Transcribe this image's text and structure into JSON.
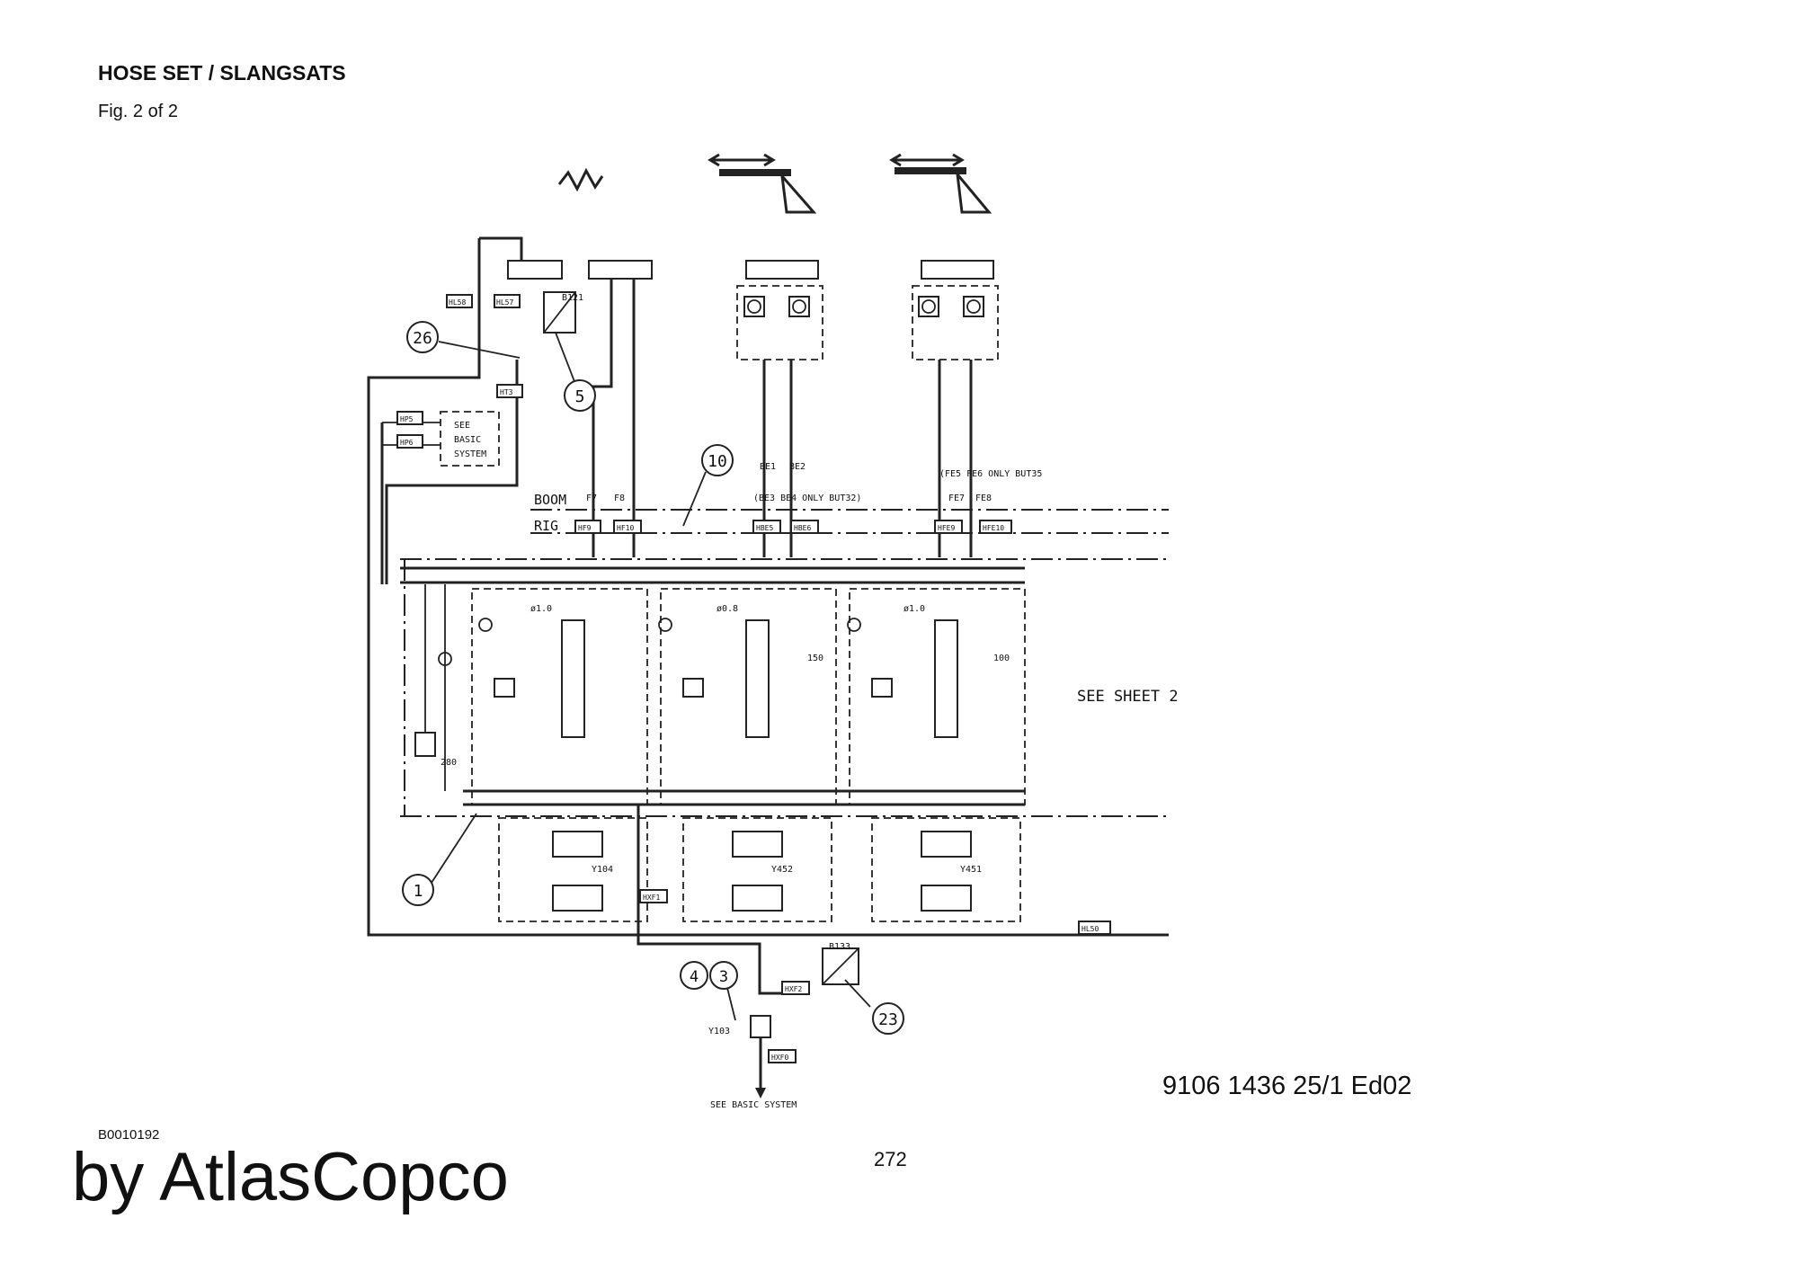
{
  "header": {
    "title": "HOSE SET / SLANGSATS",
    "subtitle": "Fig. 2 of 2"
  },
  "footer": {
    "doc_id": "B0010192",
    "brand": "by AtlasCopco",
    "page_number": "272"
  },
  "drawing_number": "9106 1436 25/1  Ed02",
  "schematic": {
    "labels": {
      "boom": "BOOM",
      "rig": "RIG",
      "see_sheet": "SEE SHEET 2",
      "see_basic_top_1": "SEE",
      "see_basic_top_2": "BASIC",
      "see_basic_top_3": "SYSTEM",
      "see_basic_bottom": "SEE BASIC SYSTEM",
      "f7": "F7",
      "f8": "F8",
      "be1": "BE1",
      "be2": "BE2",
      "be3_be4": "(BE3  BE4 ONLY BUT32)",
      "fe5_fe6": "(FE5  FE6 ONLY BUT35",
      "fe7": "FE7",
      "fe8": "FE8",
      "b121": "B121",
      "b133": "B133",
      "y104": "Y104",
      "y452": "Y452",
      "y451": "Y451",
      "y103": "Y103",
      "dia_10a": "ø1.0",
      "dia_08": "ø0.8",
      "dia_10b": "ø1.0",
      "p280": "280",
      "p150": "150",
      "p100": "100"
    },
    "hose_tags": [
      "HL58",
      "HL57",
      "HT3",
      "HP5",
      "HP6",
      "HF9",
      "HF10",
      "HBE5",
      "HBE6",
      "HFE9",
      "HFE10",
      "HXF1",
      "HXF2",
      "HXF0",
      "HL50"
    ],
    "callouts": [
      "26",
      "5",
      "10",
      "1",
      "4",
      "3",
      "23"
    ]
  }
}
